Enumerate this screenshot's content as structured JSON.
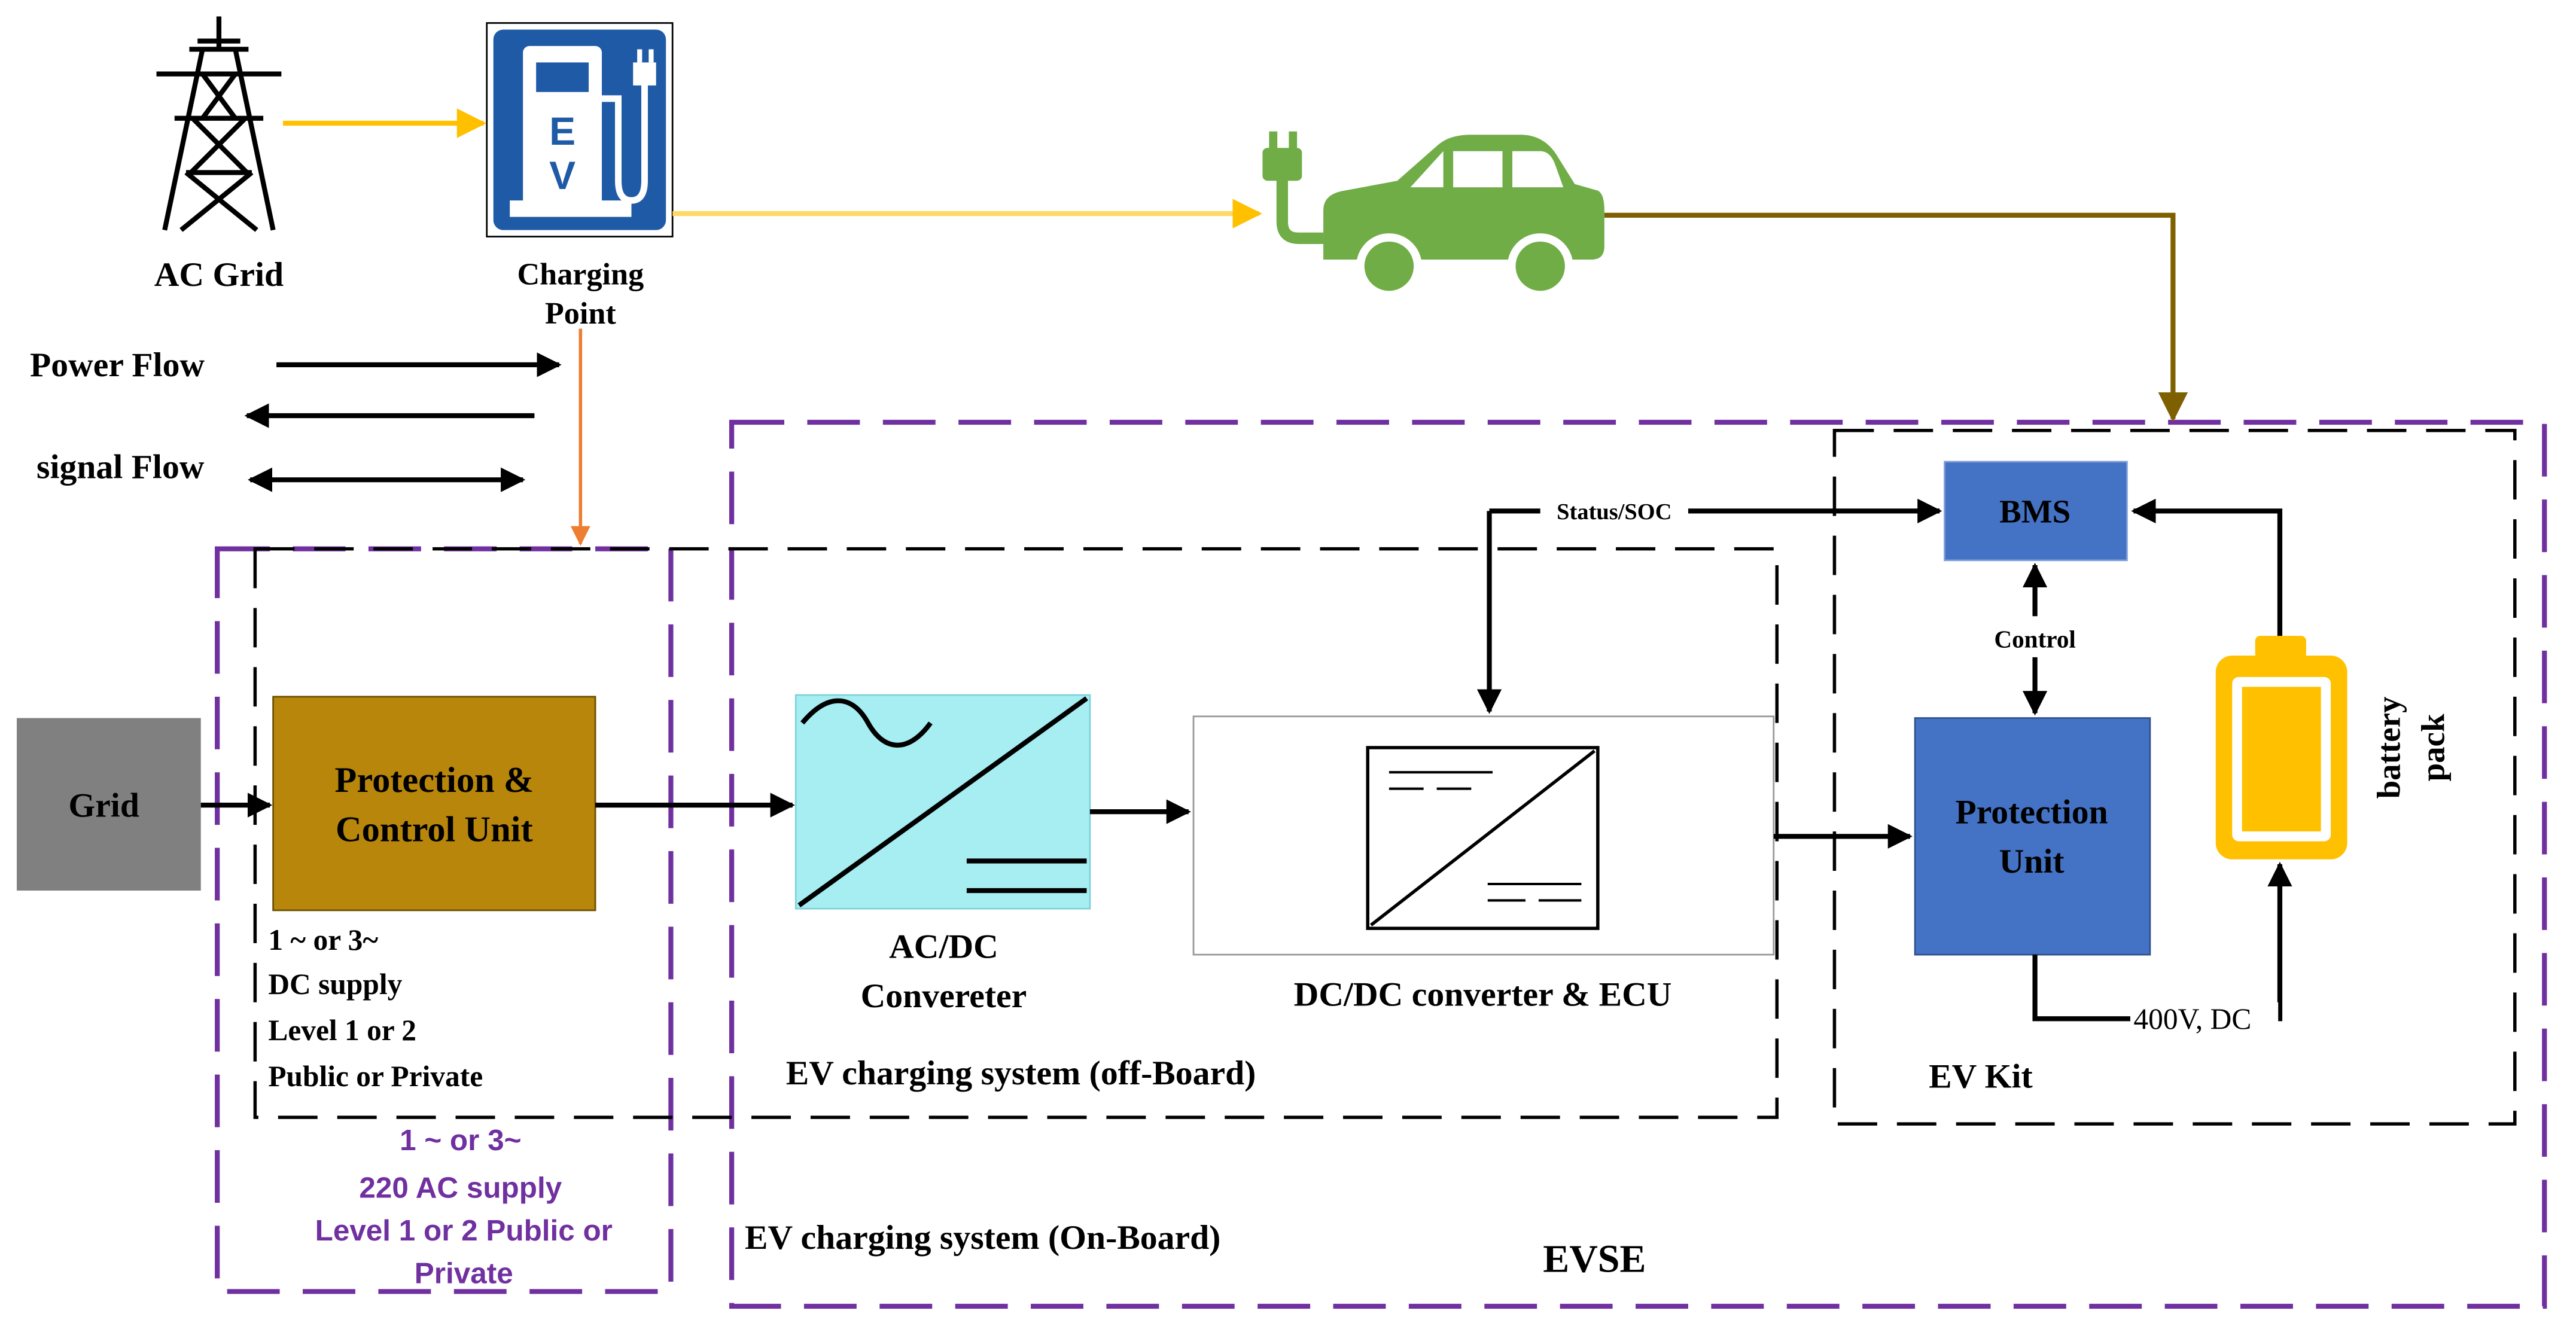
{
  "legend": {
    "power_flow": "Power Flow",
    "signal_flow": "signal Flow"
  },
  "top": {
    "ac_grid": "AC Grid",
    "charging_point_line1": "Charging",
    "charging_point_line2": "Point",
    "ev_sign_e": "E",
    "ev_sign_v": "V"
  },
  "blocks": {
    "grid": "Grid",
    "protection_control_line1": "Protection &",
    "protection_control_line2": "Control Unit",
    "acdc_line1": "AC/DC",
    "acdc_line2": "Convereter",
    "dcdc": "DC/DC converter & ECU",
    "bms": "BMS",
    "protection_unit_line1": "Protection",
    "protection_unit_line2": "Unit",
    "battery_line1": "battery",
    "battery_line2": "pack"
  },
  "notes": {
    "supply_lines": [
      "1 ~ or 3~",
      "DC supply",
      "Level 1 or 2",
      "Public or Private"
    ],
    "ac_supply_lines": [
      "1 ~ or 3~",
      "220 AC supply",
      "Level 1 or 2 Public or",
      "Private"
    ],
    "status_soc": "Status/SOC",
    "control": "Control",
    "voltage": "400V, DC"
  },
  "regions": {
    "off_board": "EV charging system (off-Board)",
    "on_board": "EV charging system (On-Board)",
    "evse": "EVSE",
    "ev_kit": "EV Kit"
  },
  "colors": {
    "purple": "#7030A0",
    "grid_gray": "#808080",
    "protection_brown": "#B8860B",
    "blue": "#4472C4",
    "battery_yellow": "#FFC000",
    "car_green": "#70AD47",
    "sign_blue": "#1F5AA6",
    "acdc_cyan": "#A6EEF2",
    "yellow_arrow": "#FFC000",
    "orange_arrow": "#ED7D31",
    "brown_arrow": "#7F6000"
  }
}
